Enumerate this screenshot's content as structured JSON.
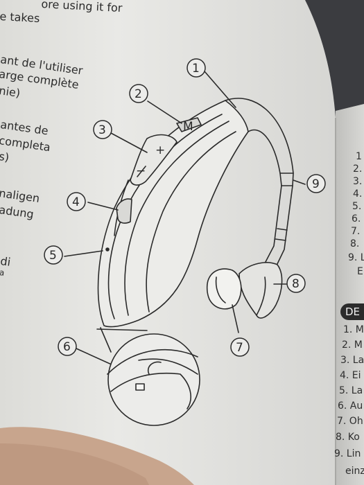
{
  "left_text": {
    "line1": "ore using it for",
    "line2": "e takes",
    "fr1": "ant de l'utiliser",
    "fr2": "arge complète",
    "fr3": "nie)",
    "es1": "antes de",
    "es2": "completa",
    "es3": "s)",
    "de1": "naligen",
    "de2": "adung",
    "it1": "di",
    "it2": "a"
  },
  "callouts": [
    "1",
    "2",
    "3",
    "4",
    "5",
    "6",
    "7",
    "8",
    "9"
  ],
  "device_marks": {
    "button_m": "M",
    "plus": "+",
    "minus": "−"
  },
  "right_page": {
    "top_numbers": [
      "1",
      "2.",
      "3.",
      "4.",
      "5.",
      "6.",
      "7.",
      "8.",
      "9. L"
    ],
    "top_tail": "E",
    "badge": "DE",
    "de_items": [
      "1. M",
      "2. M",
      "3. La",
      "4. Ei",
      "5. La",
      "6. Au",
      "7. Oh",
      "8. Ko",
      "9. Lin"
    ],
    "de_tail": "einz"
  }
}
